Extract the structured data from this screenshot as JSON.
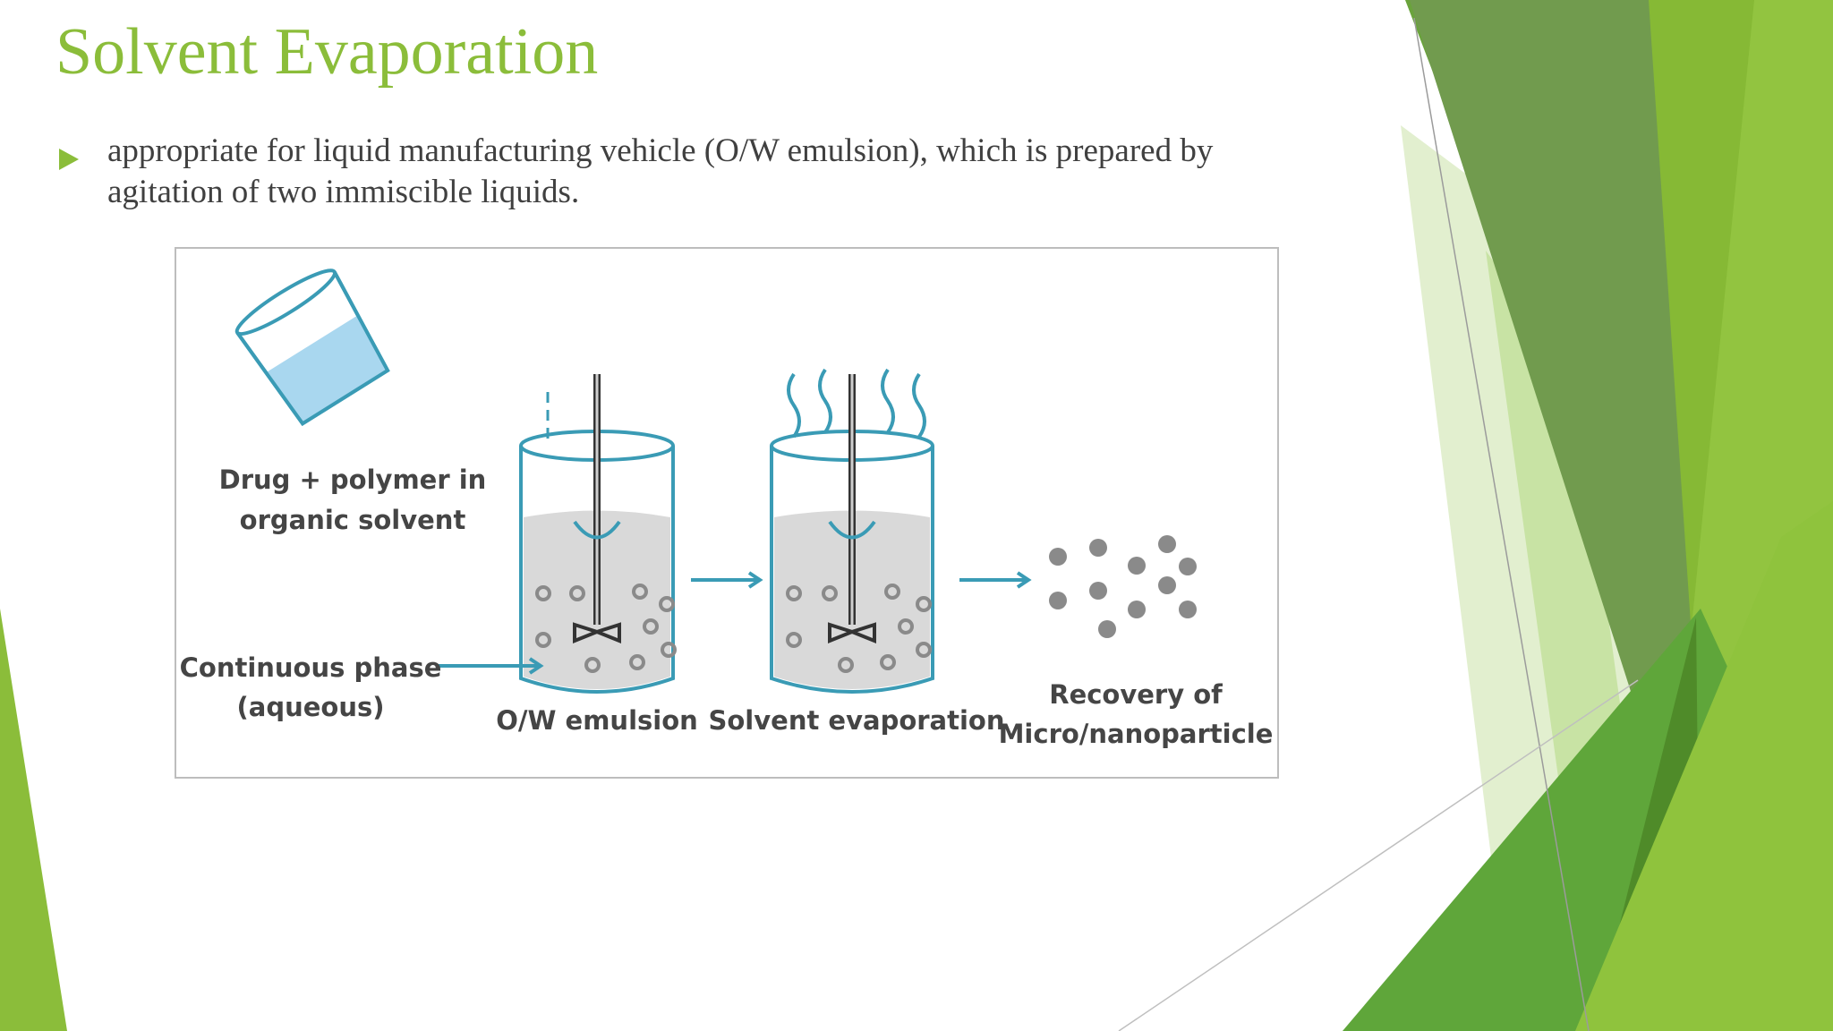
{
  "slide": {
    "title": "Solvent Evaporation",
    "bullet": "appropriate for liquid manufacturing vehicle (O/W emulsion), which is prepared by agitation of two immiscible liquids.",
    "bullet_icon": "triangle-bullet-icon"
  },
  "figure": {
    "labels": {
      "drug_line1": "Drug + polymer in",
      "drug_line2": "organic solvent",
      "continuous_line1": "Continuous phase",
      "continuous_line2": "(aqueous)",
      "emulsion": "O/W emulsion",
      "evaporation": "Solvent evaporation",
      "recovery_line1": "Recovery of",
      "recovery_line2": "Micro/nanoparticle"
    }
  },
  "colors": {
    "accent": "#8bbd3a",
    "text": "#404040",
    "beaker": "#3a9bb5",
    "liquid": "#a9d7ef",
    "particles": "#8a8a8a"
  }
}
